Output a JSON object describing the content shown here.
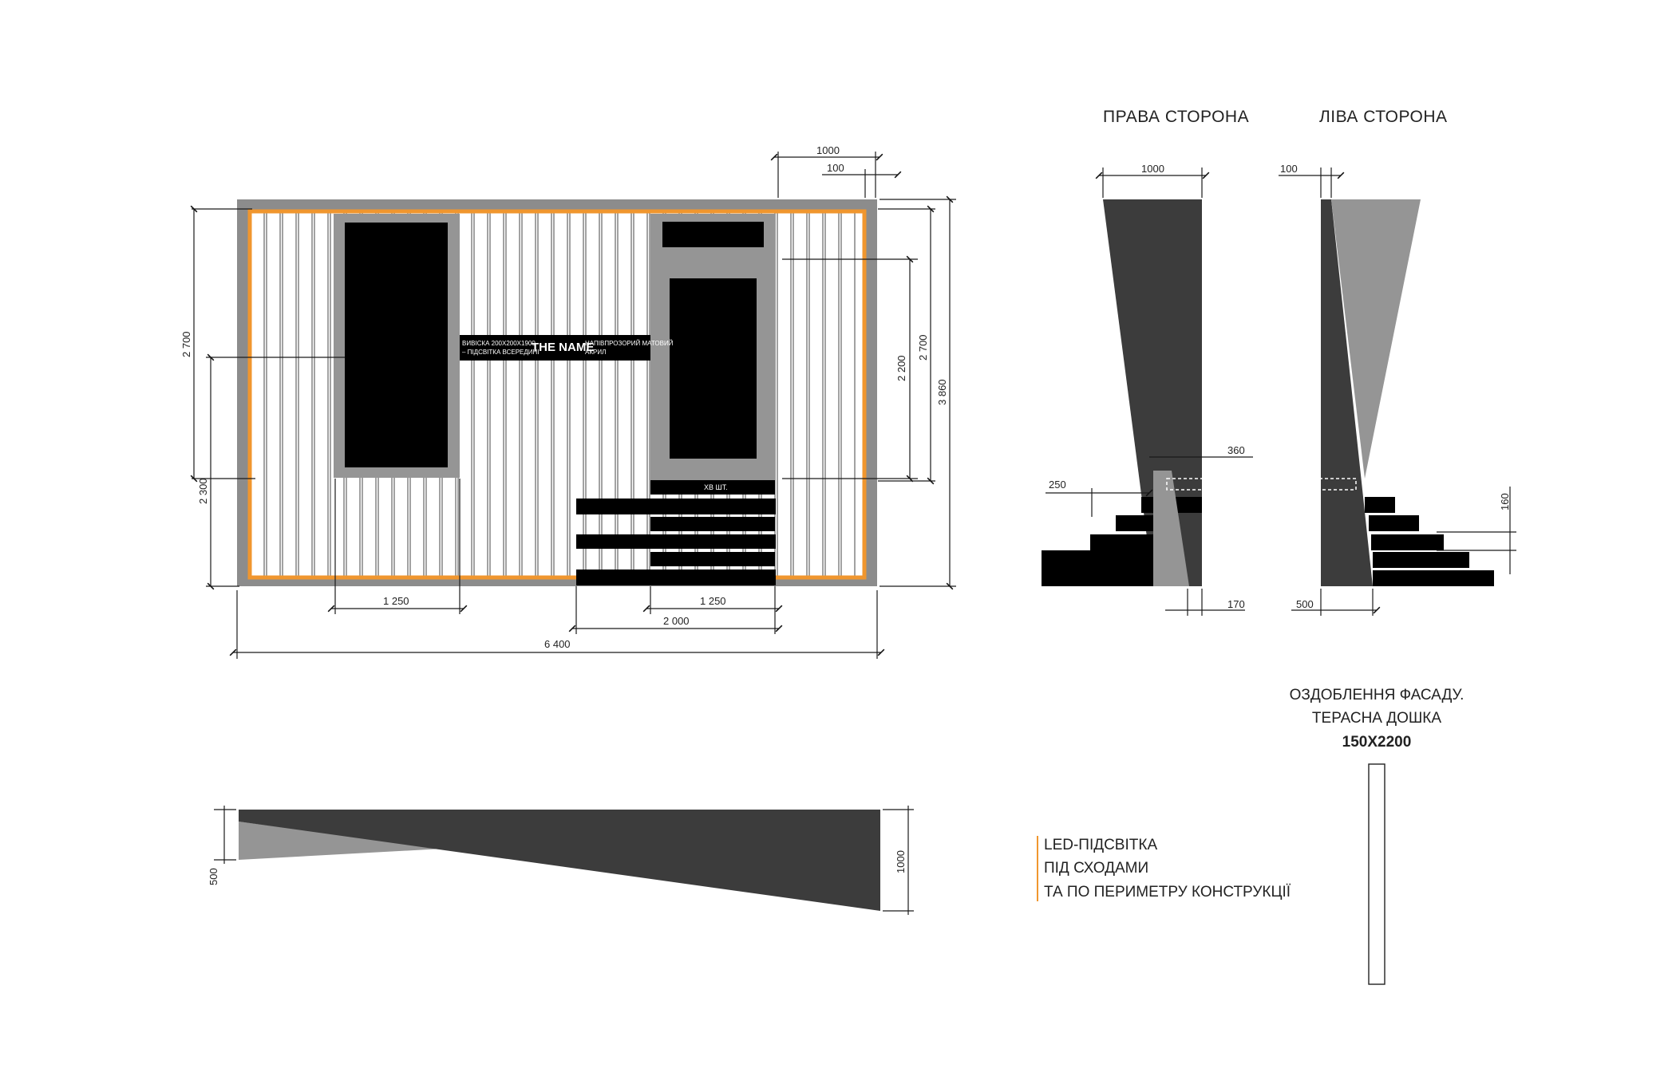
{
  "colors": {
    "frame": "#8c8c8c",
    "led_orange": "#f0962e",
    "dark_panel": "#3c3c3c",
    "light_panel": "#959595",
    "black": "#000000"
  },
  "front": {
    "sign_text": "ВИВІСКА 200Х200Х1900",
    "sign_text2": "– ПІДСВІТКА ВСЕРЕДИНІ",
    "name_text": "THE NAME",
    "acrylic_text": "НАПІВПРОЗОРИЙ МАТОВИЙ",
    "acrylic_text2": "АКРИЛ",
    "steps_label": "ХВ ШТ."
  },
  "dims": {
    "d1000": "1000",
    "d100": "100",
    "d2700_left": "2 700",
    "d2300": "2 300",
    "d2200": "2 200",
    "d2700_right": "2 700",
    "d3860": "3 860",
    "d1250_left": "1 250",
    "d1250_right": "1 250",
    "d2000": "2 000",
    "d6400": "6 400",
    "side_1000": "1000",
    "side_360": "360",
    "side_250": "250",
    "side_170": "170",
    "left_100": "100",
    "left_160": "160",
    "left_500": "500",
    "plan_500": "500",
    "plan_1000": "1000"
  },
  "titles": {
    "right_side": "ПРАВА СТОРОНА",
    "left_side": "ЛІВА СТОРОНА"
  },
  "notes": {
    "led_line1": "LED-ПІДСВІТКА",
    "led_line2": "ПІД СХОДАМИ",
    "led_line3": "ТА ПО ПЕРИМЕТРУ КОНСТРУКЦІЇ",
    "facade_line1": "ОЗДОБЛЕННЯ ФАСАДУ.",
    "facade_line2": "ТЕРАСНА ДОШКА",
    "facade_line3": "150Х2200"
  }
}
